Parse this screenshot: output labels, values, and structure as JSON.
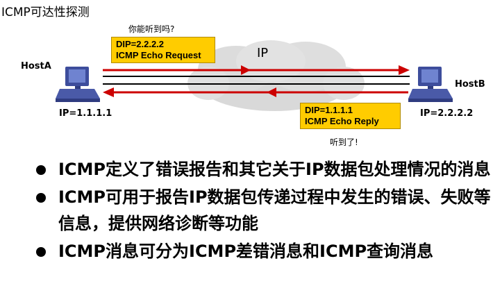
{
  "title": "ICMP可达性探测",
  "network": {
    "label": "IP"
  },
  "hostA": {
    "name": "HostA",
    "ip": "IP=1.1.1.1"
  },
  "hostB": {
    "name": "HostB",
    "ip": "IP=2.2.2.2"
  },
  "request": {
    "question": "你能听到吗?",
    "dip": "DIP=2.2.2.2",
    "type": "ICMP Echo Request"
  },
  "reply": {
    "answer": "听到了!",
    "dip": "DIP=1.1.1.1",
    "type": "ICMP Echo Reply"
  },
  "bullets": [
    "ICMP定义了错误报告和其它关于IP数据包处理情况的消息",
    "ICMP可用于报告IP数据包传递过程中发生的错误、失败等信息，提供网络诊断等功能",
    "ICMP消息可分为ICMP差错消息和ICMP查询消息"
  ],
  "colors": {
    "arrow": "#cc0000",
    "message_box": "#ffcc00",
    "cloud": "#d9d9d9",
    "host_icon": "#4a5aa8"
  }
}
